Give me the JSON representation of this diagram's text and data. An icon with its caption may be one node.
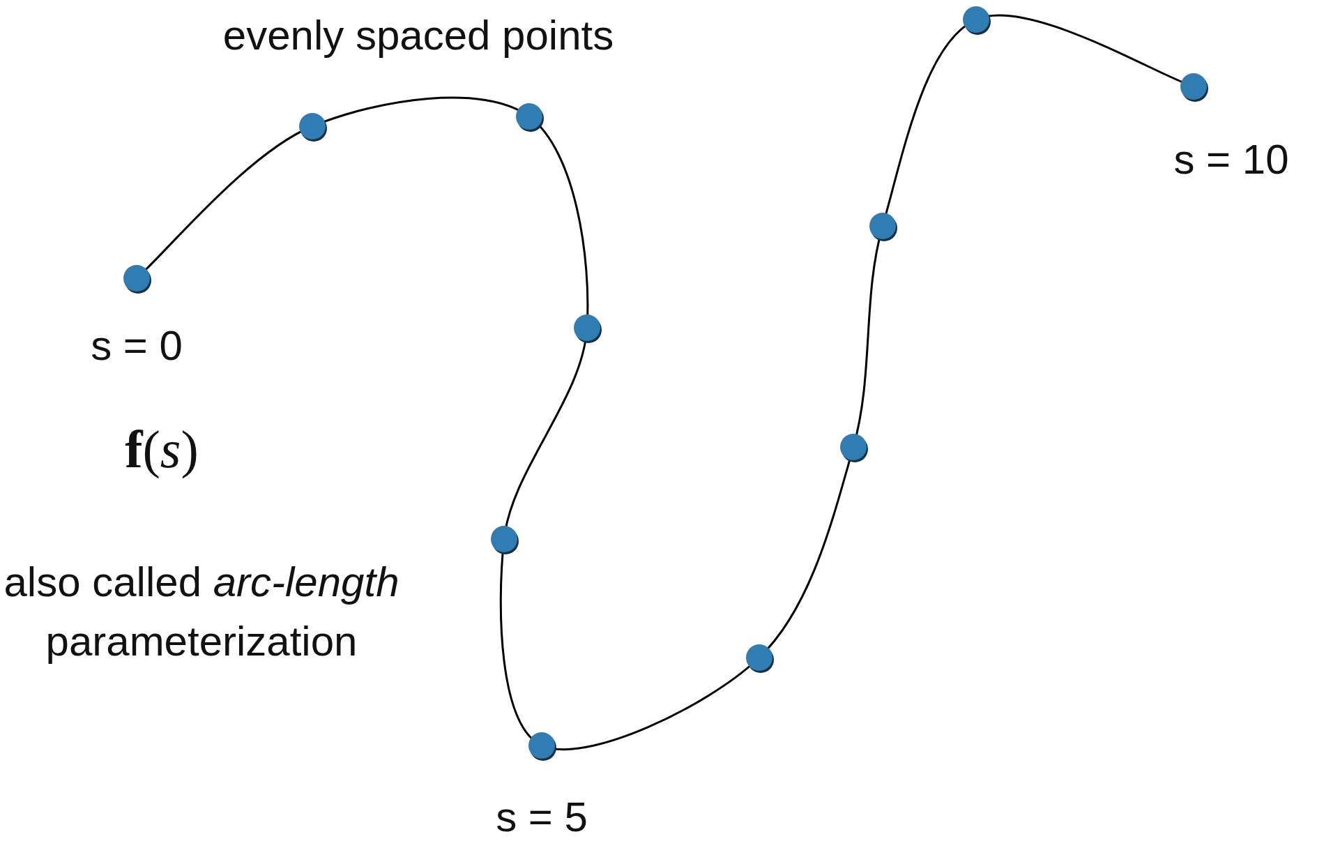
{
  "diagram": {
    "labels": [
      "evenly spaced points",
      "s = 10",
      "s = 0",
      "**f**(*s*)",
      "also called *arc-length* parameterization",
      "s = 5"
    ]
  }
}
